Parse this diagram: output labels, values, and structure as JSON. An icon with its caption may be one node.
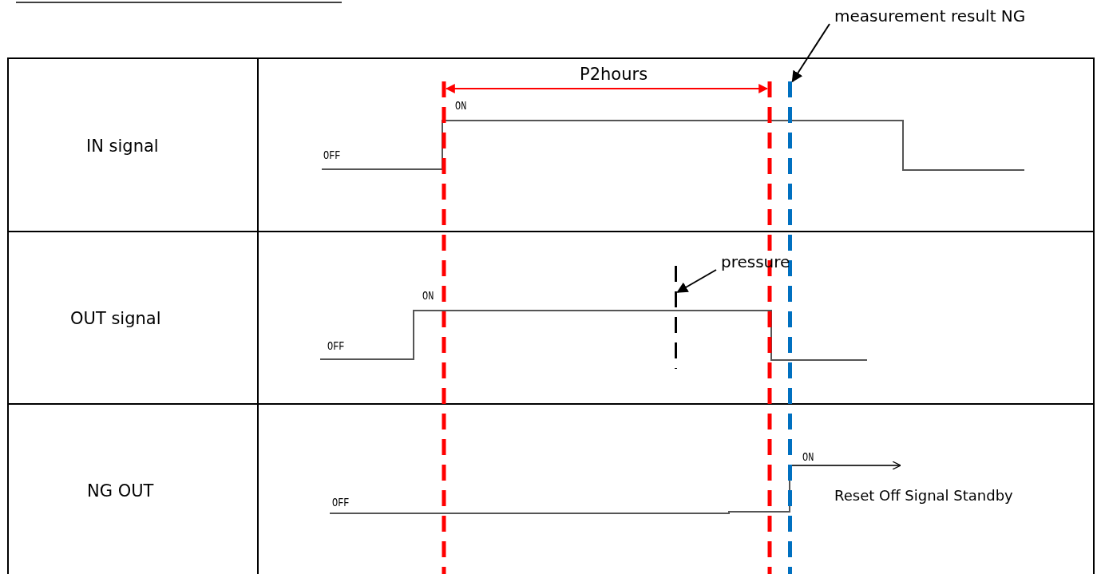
{
  "diagram": {
    "nodes": [
      {
        "text": [
          "measurement result NG"
        ]
      },
      {
        "text": [],
        "shape": "line"
      },
      {
        "text": [
          "pressure"
        ]
      },
      {
        "text": [],
        "shape": "line"
      }
    ],
    "edges": [
      {
        "from": 0,
        "to": 1,
        "arrow": "to"
      },
      {
        "from": 2,
        "to": 3,
        "arrow": "to"
      }
    ],
    "labels": [
      "P2hours",
      "IN signal",
      "ON",
      "OFF",
      "OUT signal",
      "ON",
      "OFF",
      "NG OUT",
      "ON",
      "OFF",
      "Reset Off Signal Standby"
    ]
  }
}
